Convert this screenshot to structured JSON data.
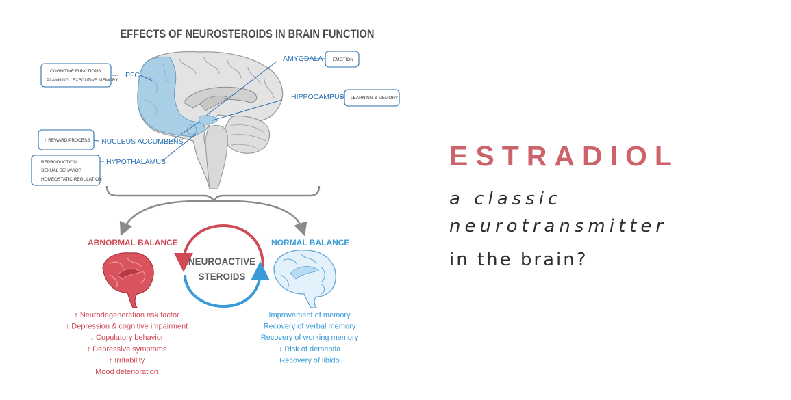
{
  "diagram": {
    "title": "EFFECTS OF NEUROSTEROIDS IN BRAIN FUNCTION",
    "regions": {
      "pfc": "PFC",
      "amygdala": "AMYGDALA",
      "hippocampus": "HIPPOCAMPUS",
      "nucleus_accumbens": "NUCLEUS ACCUMBENS",
      "hypothalamus": "HYPOTHALAMUS"
    },
    "functions": {
      "pfc": [
        "COGNITIVE FUNCTIONS",
        "PLANNING / EXECUTIVE MEMORY"
      ],
      "amygdala": "EMOTION",
      "hippocampus": "LEARNING & MEMORY",
      "nucleus_accumbens": "REWARD PROCESS",
      "hypothalamus": [
        "REPRODUCTION",
        "SEXUAL BEHAVIOR",
        "HOMEOSTATIC REGULATION"
      ]
    },
    "center": {
      "line1": "NEUROACTIVE",
      "line2": "STEROIDS"
    },
    "abnormal": {
      "label": "ABNORMAL BALANCE",
      "effects": [
        "Neurodegeneration risk factor",
        "Depression & cognitive impairment",
        "Copulatory behavior",
        "Depressive symptoms",
        "Irritability",
        "Mood deterioration"
      ],
      "arrows": [
        "up",
        "up",
        "down",
        "up",
        "up",
        ""
      ]
    },
    "normal": {
      "label": "NORMAL BALANCE",
      "effects": [
        "Improvement of memory",
        "Recovery of verbal memory",
        "Recovery of working memory",
        "Risk of dementia",
        "Recovery of libido"
      ],
      "arrows": [
        "",
        "",
        "",
        "down",
        ""
      ]
    },
    "colors": {
      "red": "#cf4a56",
      "blue": "#3a9ad6",
      "brain_gray": "#e4e4e4",
      "pfc_blue": "#a9cfe6",
      "label_blue": "#2a6fb2"
    }
  },
  "headline": "ESTRADIOL",
  "subtitle": "a classic neurotransmitter",
  "tagline": "in the brain?"
}
